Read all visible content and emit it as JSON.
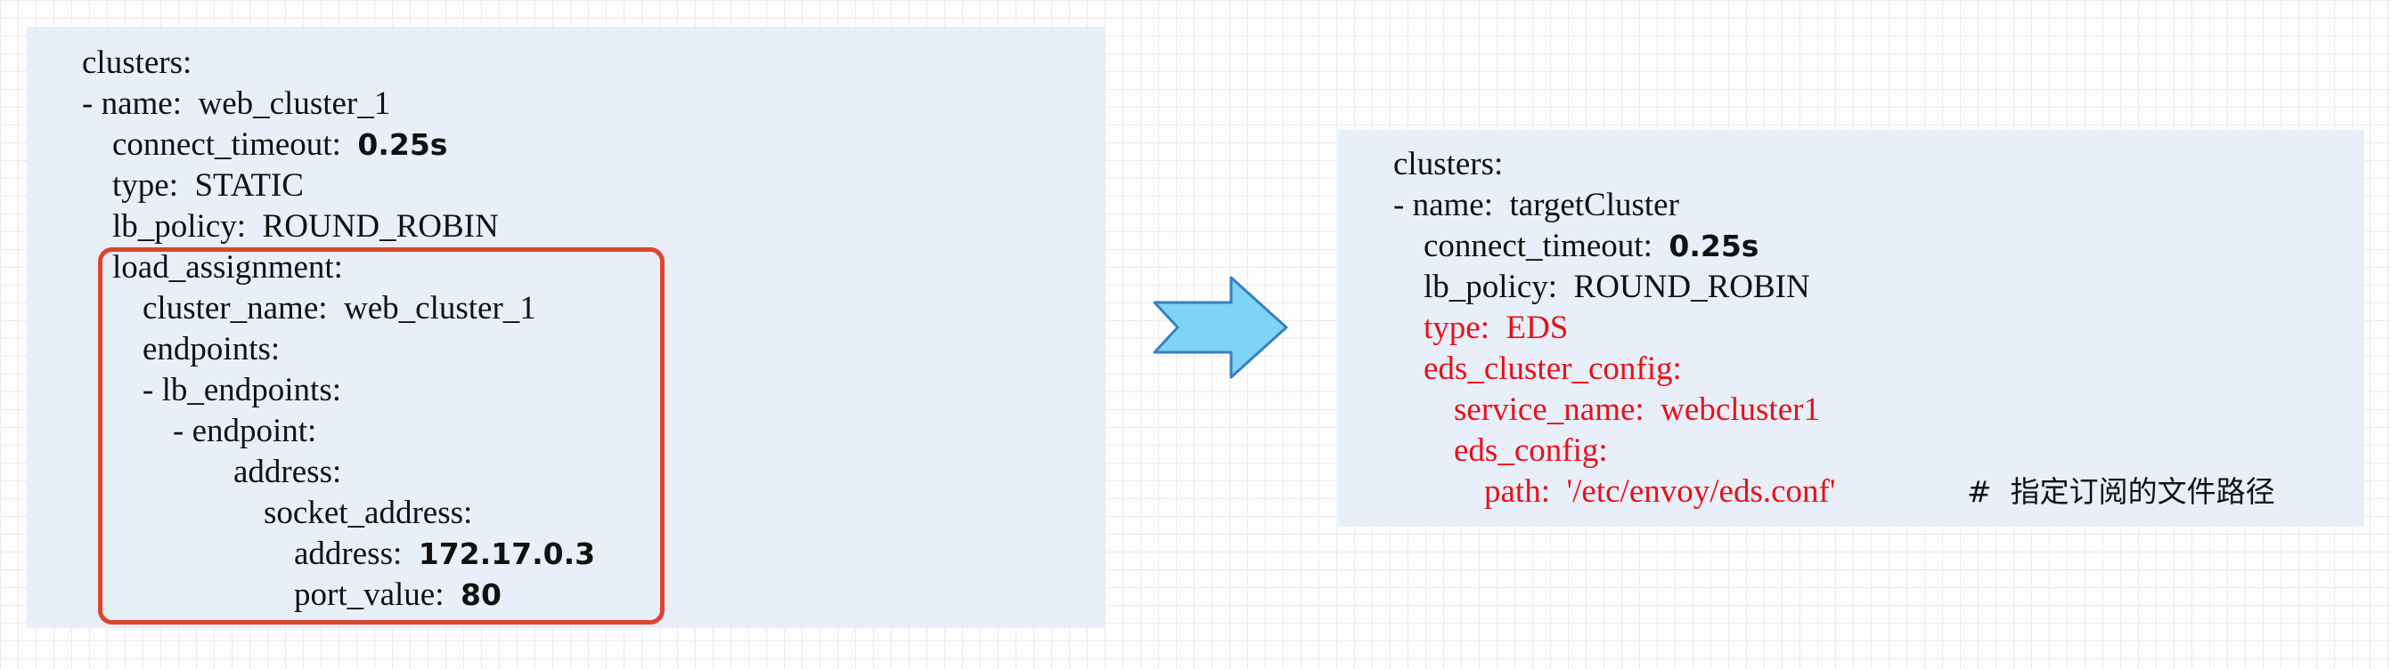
{
  "left_config": {
    "lines": [
      "clusters:",
      "- name:  web_cluster_1",
      "connect_timeout:  ",
      "type:  STATIC",
      "lb_policy:  ROUND_ROBIN",
      "load_assignment:",
      "cluster_name:  web_cluster_1",
      "endpoints:",
      "- lb_endpoints:",
      "- endpoint:",
      "address:",
      "socket_address:",
      "address:  ",
      "port_value:  "
    ],
    "values": {
      "connect_timeout": "0.25s",
      "address": "172.17.0.3",
      "port_value": "80"
    }
  },
  "right_config": {
    "lines": [
      "clusters:",
      "- name:  targetCluster",
      "connect_timeout:  ",
      "lb_policy:  ROUND_ROBIN",
      "type:  EDS",
      "eds_cluster_config:",
      "service_name:  webcluster1",
      "eds_config:",
      "path:  '/etc/envoy/eds.conf'"
    ],
    "values": {
      "connect_timeout": "0.25s"
    },
    "comment": "#  指定订阅的文件路径"
  },
  "colors": {
    "highlight_border": "#e0432f",
    "changed_text": "#e8101a",
    "arrow_fill": "#7fd3f5",
    "arrow_stroke": "#3a7fc0",
    "panel_background": "#e9eff8"
  }
}
